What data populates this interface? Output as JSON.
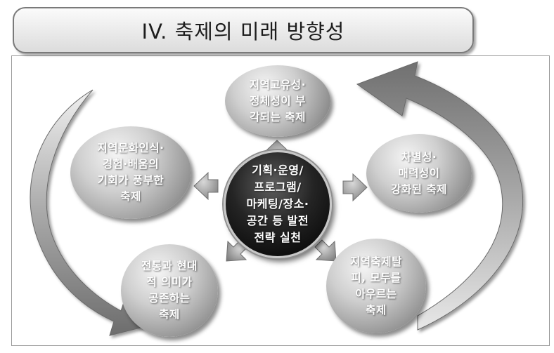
{
  "title": "IV. 축제의 미래 방향성",
  "center": {
    "label": "기획·운영/\n프로그램/\n마케팅/장소·\n공간 등 발전\n전략 실천"
  },
  "nodes": [
    {
      "id": "identity",
      "label": "지역고유성·\n정체성이 부\n각되는 축제"
    },
    {
      "id": "attractiveness",
      "label": "차별성·\n매력성이\n강화된 축제"
    },
    {
      "id": "inclusive",
      "label": "지역축제탈\n피, 모두를\n아우르는\n축제"
    },
    {
      "id": "tradition",
      "label": "전통과 현대\n적 의미가\n공존하는\n축제"
    },
    {
      "id": "culture",
      "label": "지역문화인식·\n경험·배움의\n기회가 풍부한\n축제"
    }
  ],
  "colors": {
    "arrow": "#8a8a8a",
    "center": "#000000",
    "node": "#a8a8a8"
  }
}
